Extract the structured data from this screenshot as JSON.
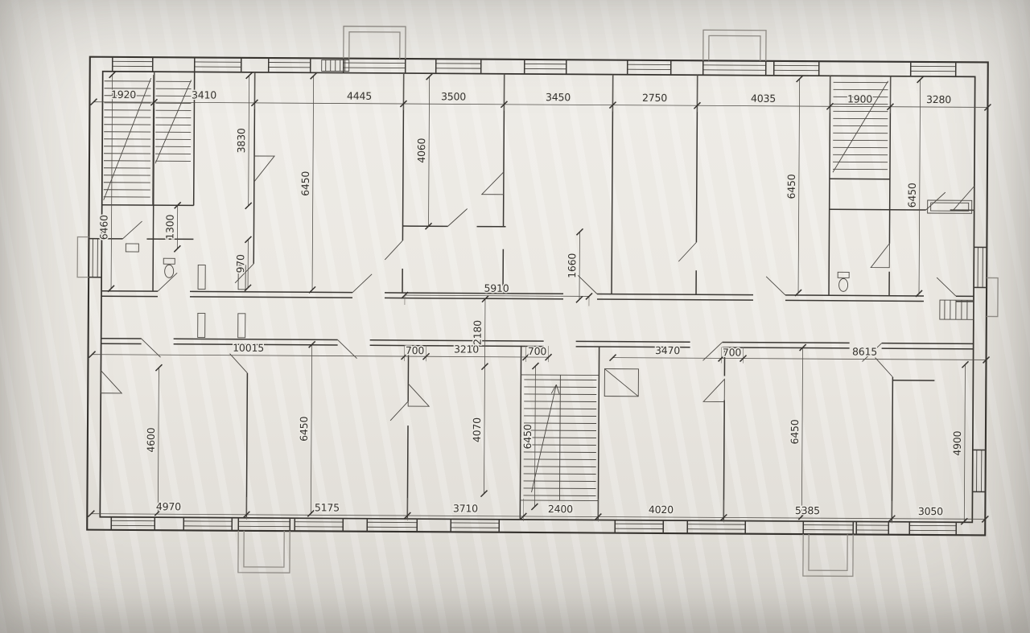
{
  "drawing": {
    "kind": "architectural floor plan",
    "colors": {
      "paper": "#edebe5",
      "ink": "#35322e"
    },
    "dims": {
      "top": [
        "1920",
        "3410",
        "4445",
        "3500",
        "3450",
        "2750",
        "4035",
        "1900",
        "3280"
      ],
      "mid": [
        "10015",
        "700",
        "3210",
        "700",
        "3470",
        "700",
        "8615"
      ],
      "mid_inner": "5910",
      "bottom": [
        "4970",
        "5175",
        "3710",
        "2400",
        "4020",
        "5385",
        "3050"
      ],
      "vertical": [
        "6460",
        "1300",
        "3830",
        "6450",
        "4060",
        "970",
        "1660",
        "6450",
        "6450",
        "2180",
        "4070",
        "6450",
        "6450",
        "6450",
        "4600",
        "4900"
      ]
    }
  }
}
